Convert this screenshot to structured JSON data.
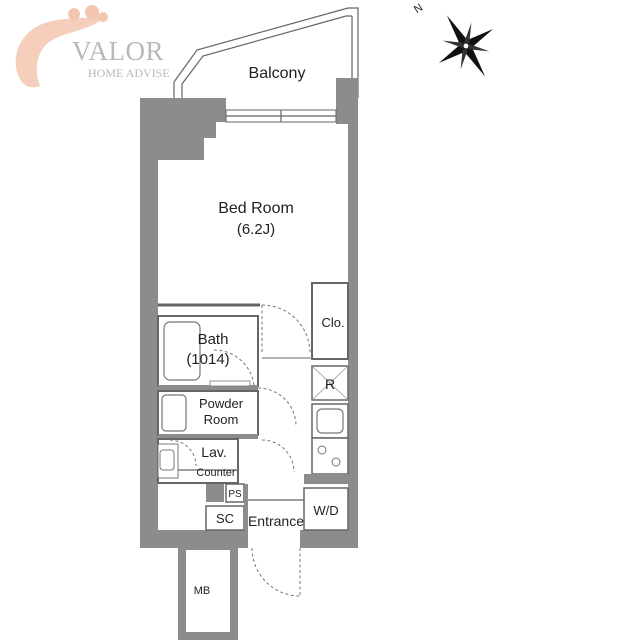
{
  "logo": {
    "brand": "VALOR",
    "tagline": "HOME ADVISE",
    "colors": {
      "swoosh": "#f3c6b0",
      "text": "#b9b9b9"
    }
  },
  "compass": {
    "north_label": "N",
    "icon": "compass-rose-icon"
  },
  "rooms": {
    "balcony": "Balcony",
    "bedroom_name": "Bed Room",
    "bedroom_size": "(6.2J)",
    "bath_name": "Bath",
    "bath_size": "(1014)",
    "closet": "Clo.",
    "refrigerator": "R",
    "powder_line1": "Powder",
    "powder_line2": "Room",
    "lavatory": "Lav.",
    "counter": "Counter",
    "pipe_space": "PS",
    "shoe_closet": "SC",
    "entrance": "Entrance",
    "walk_in_closet": "W/D",
    "meter_box": "MB"
  },
  "colors": {
    "wall": "#8c8c8c",
    "line": "#666666",
    "background": "#ffffff"
  }
}
